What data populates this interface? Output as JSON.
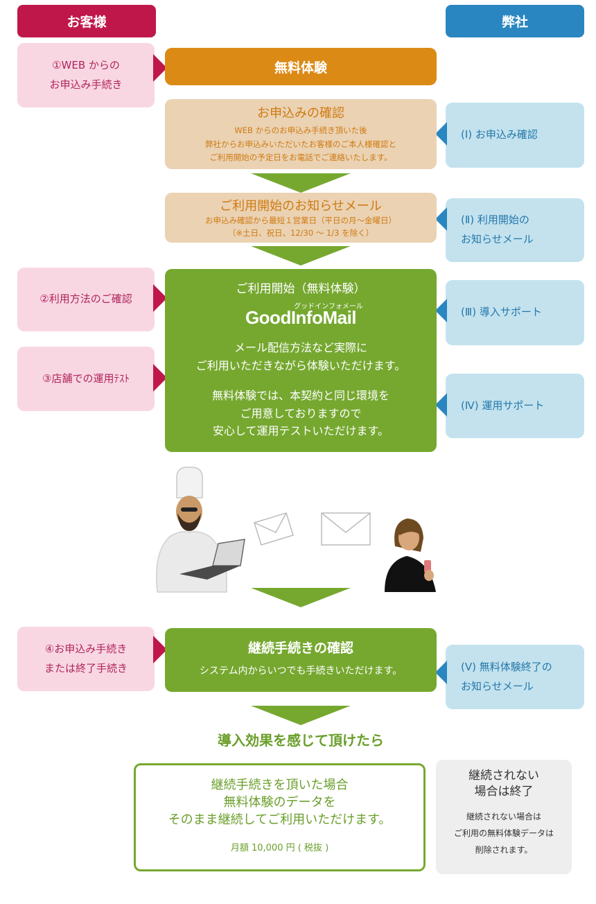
{
  "headers": {
    "customer": "お客様",
    "company": "弊社"
  },
  "customer_steps": [
    [
      "①WEB からの",
      "お申込み手続き"
    ],
    [
      "②利用方法のご確認"
    ],
    [
      "③店舗での運用ﾃｽﾄ"
    ],
    [
      "④お申込み手続き",
      "または終了手続き"
    ]
  ],
  "company_steps": [
    [
      "(Ⅰ) お申込み確認"
    ],
    [
      "(Ⅱ) 利用開始の",
      "お知らせメール"
    ],
    [
      "(Ⅲ) 導入サポート"
    ],
    [
      "(Ⅳ) 運用サポート"
    ],
    [
      "(Ⅴ) 無料体験終了の",
      "お知らせメール"
    ]
  ],
  "trial_box": {
    "title": "無料体験"
  },
  "confirm_box": {
    "title": "お申込みの確認",
    "lines": [
      "WEB からのお申込み手続き頂いた後",
      "弊社からお申込みいただいたお客様のご本人様確認と",
      "ご利用開始の予定日をお電話でご連絡いたします。"
    ]
  },
  "notice_box": {
    "title": "ご利用開始のお知らせメール",
    "lines": [
      "お申込み確認から最短１営業日（平日の月～金曜日）",
      "（※土日、祝日、12/30 ～ 1/3 を除く）"
    ]
  },
  "start_box": {
    "title": "ご利用開始（無料体験）",
    "logo_kana": "グッドインフォメール",
    "logo_text": "GoodInfoMail",
    "para1": [
      "メール配信方法など実際に",
      "ご利用いただきながら体験いただけます。"
    ],
    "para2": [
      "無料体験では、本契約と同じ環境を",
      "ご用意しておりますので",
      "安心して運用テストいただけます。"
    ]
  },
  "continue_box": {
    "title": "継続手続きの確認",
    "subtitle": "システム内からいつでも手続きいただけます。"
  },
  "effect_heading": "導入効果を感じて頂けたら",
  "continue_result": {
    "lines": [
      "継続手続きを頂いた場合",
      "無料体験のデータを",
      "そのまま継続してご利用いただけます。"
    ],
    "price": "月額 10,000 円 ( 税抜 )"
  },
  "end_result": {
    "title": [
      "継続されない",
      "場合は終了"
    ],
    "lines": [
      "継続されない場合は",
      "ご利用の無料体験データは",
      "削除されます。"
    ]
  },
  "colors": {
    "customer": "#c0174a",
    "company": "#2a86c0",
    "trial": "#dc8a16",
    "green": "#76a830",
    "beige": "#ead2b3"
  }
}
